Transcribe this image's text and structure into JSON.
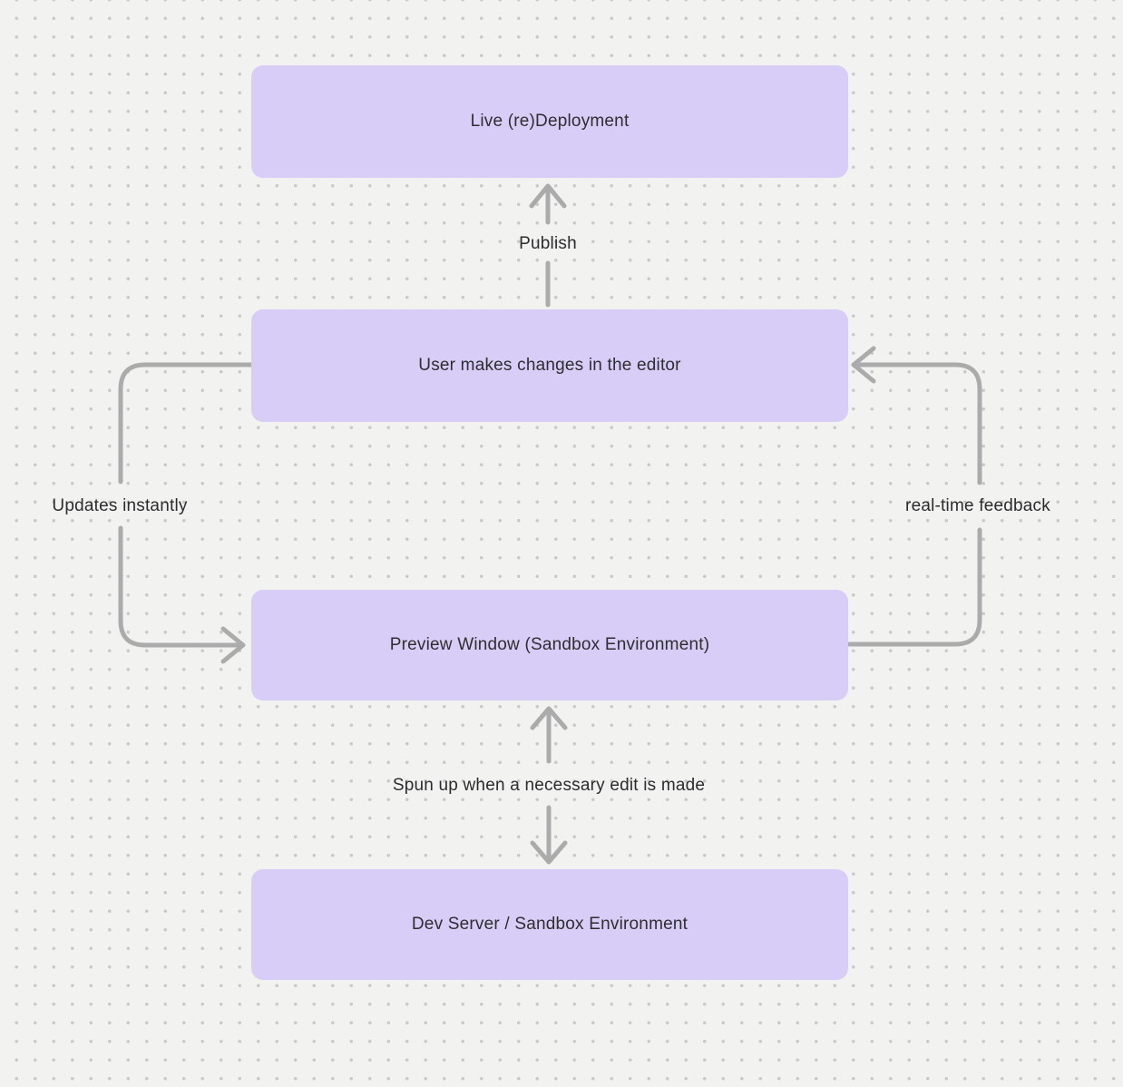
{
  "diagram": {
    "nodes": [
      {
        "id": "live-redeployment",
        "label": "Live (re)Deployment"
      },
      {
        "id": "user-editor",
        "label": "User makes changes in the editor"
      },
      {
        "id": "preview-window",
        "label": "Preview Window (Sandbox Environment)"
      },
      {
        "id": "dev-server",
        "label": "Dev Server / Sandbox Environment"
      }
    ],
    "edges": [
      {
        "id": "publish",
        "from": "user-editor",
        "to": "live-redeployment",
        "label": "Publish",
        "direction": "up"
      },
      {
        "id": "updates-instantly",
        "from": "user-editor",
        "to": "preview-window",
        "label": "Updates instantly",
        "direction": "left-loop-down"
      },
      {
        "id": "real-time-feedback",
        "from": "preview-window",
        "to": "user-editor",
        "label": "real-time feedback",
        "direction": "right-loop-up"
      },
      {
        "id": "spun-up",
        "from": "preview-window",
        "to": "dev-server",
        "label": "Spun up when a necessary edit is made",
        "direction": "bidirectional"
      }
    ],
    "colors": {
      "canvas_background": "#f2f2f1",
      "dot_grid": "#c9c9c9",
      "node_fill": "#d8cdf6",
      "node_text": "#2e2e31",
      "edge_stroke": "#ababab",
      "edge_label_text": "#2c2c2e"
    }
  }
}
